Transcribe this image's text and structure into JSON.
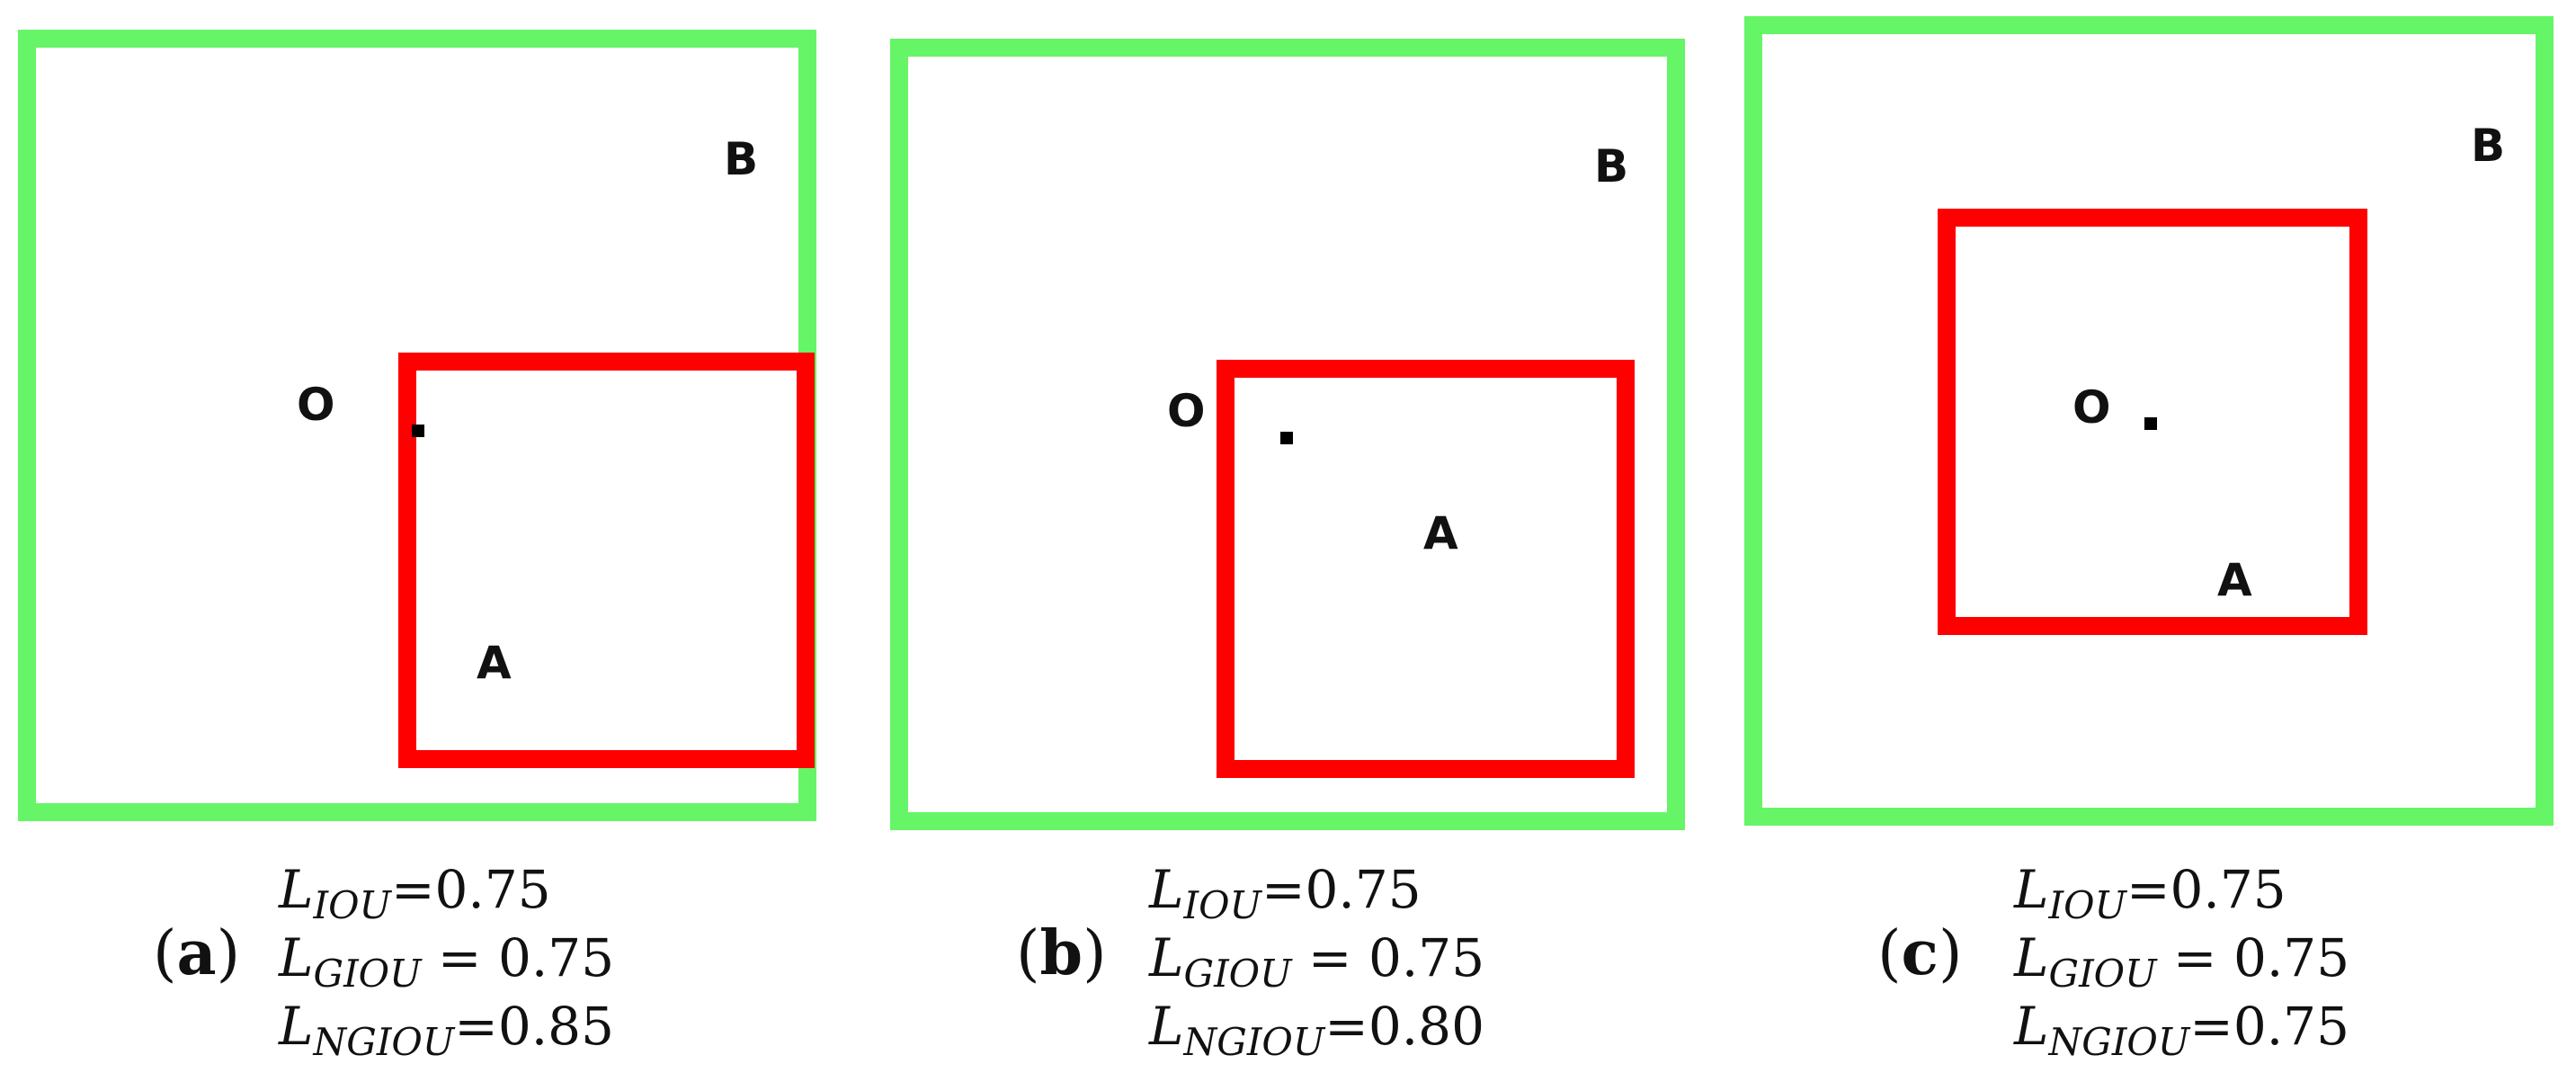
{
  "panels": [
    {
      "label_open": "(",
      "label_letter": "a",
      "label_close": ")",
      "point_o": "O",
      "point_b": "B",
      "point_a": "A",
      "eq_iou": {
        "symbol": "L",
        "sub": "IOU",
        "rel": "=0.75"
      },
      "eq_giou": {
        "symbol": "L",
        "sub": "GIOU",
        "rel": " = 0.75"
      },
      "eq_ngiou": {
        "symbol": "L",
        "sub": "NGIOU",
        "rel": "=0.85"
      }
    },
    {
      "label_open": "(",
      "label_letter": "b",
      "label_close": ")",
      "point_o": "O",
      "point_b": "B",
      "point_a": "A",
      "eq_iou": {
        "symbol": "L",
        "sub": "IOU",
        "rel": "=0.75"
      },
      "eq_giou": {
        "symbol": "L",
        "sub": "GIOU",
        "rel": " = 0.75"
      },
      "eq_ngiou": {
        "symbol": "L",
        "sub": "NGIOU",
        "rel": "=0.80"
      }
    },
    {
      "label_open": "(",
      "label_letter": "c",
      "label_close": ")",
      "point_o": "O",
      "point_b": "B",
      "point_a": "A",
      "eq_iou": {
        "symbol": "L",
        "sub": "IOU",
        "rel": "=0.75"
      },
      "eq_giou": {
        "symbol": "L",
        "sub": "GIOU",
        "rel": " = 0.75"
      },
      "eq_ngiou": {
        "symbol": "L",
        "sub": "NGIOU",
        "rel": "=0.75"
      }
    }
  ],
  "colors": {
    "box_b": "#66f566",
    "box_a": "#ff0000"
  }
}
